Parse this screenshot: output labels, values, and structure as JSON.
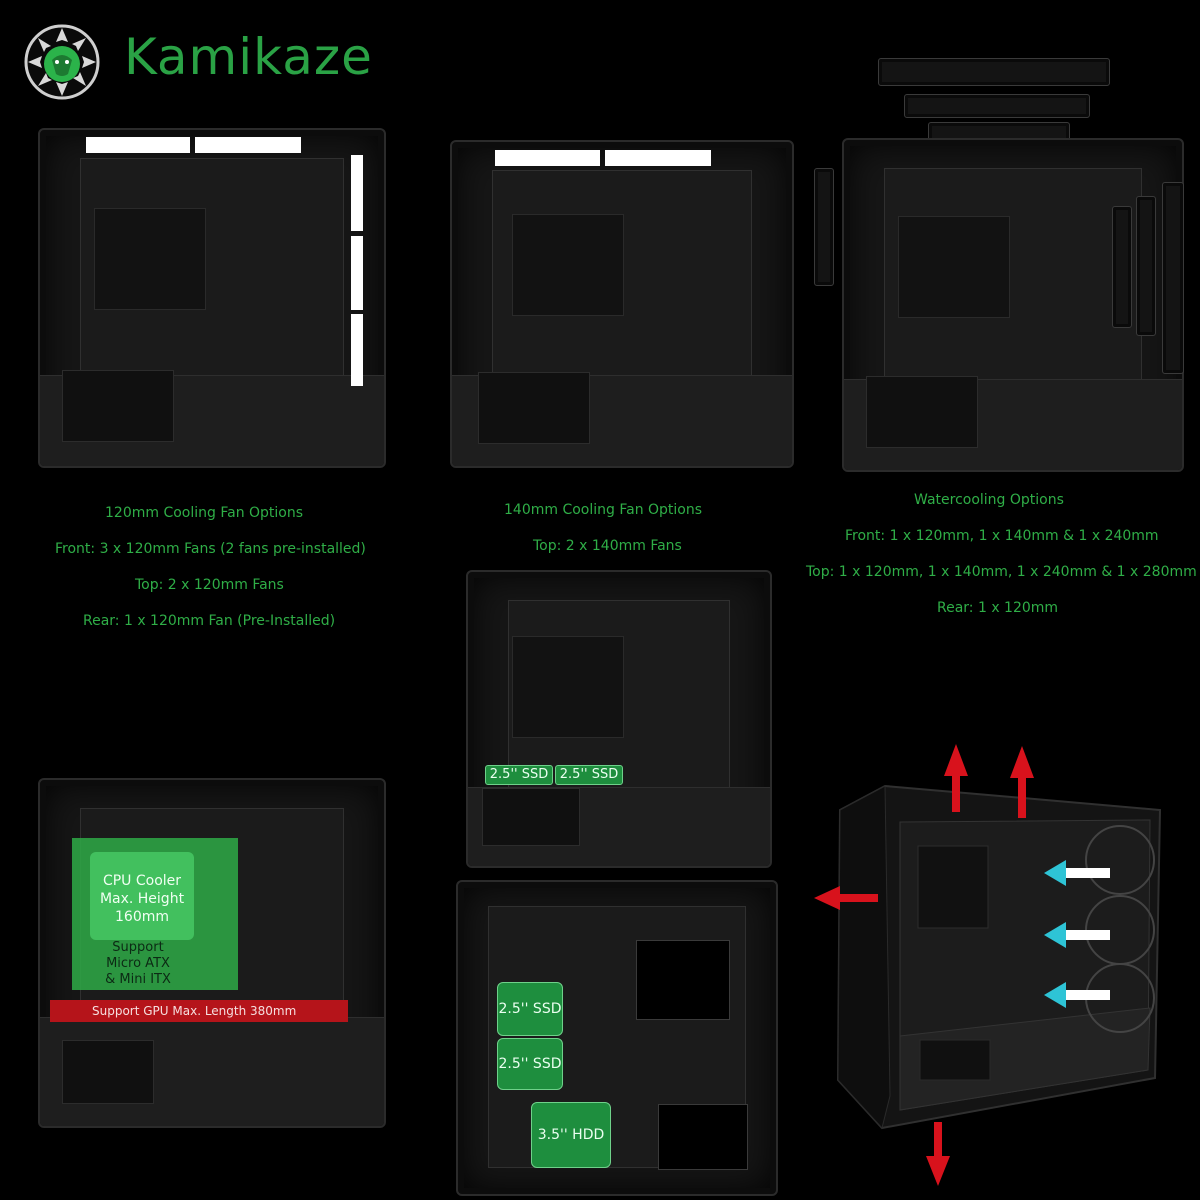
{
  "brand": {
    "name": "Kamikaze",
    "icon": "lion-head-fan-icon",
    "color": "#2aa245"
  },
  "captions": {
    "fan120": {
      "title": "120mm Cooling Fan Options",
      "line1": "Front: 3 x 120mm Fans (2 fans pre-installed)",
      "line2": "Top: 2 x 120mm Fans",
      "line3": "Rear: 1 x 120mm Fan (Pre-Installed)"
    },
    "fan140": {
      "title": "140mm Cooling Fan Options",
      "line1": "Top: 2 x 140mm Fans"
    },
    "water": {
      "title": "Watercooling Options",
      "line1": "Front: 1 x 120mm, 1 x 140mm & 1 x 240mm",
      "line2": "Top: 1 x 120mm, 1 x 140mm, 1 x 240mm & 1 x 280mm",
      "line3": "Rear: 1 x 120mm"
    }
  },
  "ssd_tags": {
    "left": "2.5'' SSD",
    "right": "2.5'' SSD"
  },
  "back_tags": {
    "ssd1": "2.5'' SSD",
    "ssd2": "2.5'' SSD",
    "hdd": "3.5'' HDD"
  },
  "cpu_panel": {
    "cooler_l1": "CPU Cooler",
    "cooler_l2": "Max. Height",
    "cooler_l3": "160mm",
    "mb_l1": "Support",
    "mb_l2": "Micro ATX",
    "mb_l3": "& Mini ITX",
    "gpu": "Support GPU Max. Length 380mm"
  },
  "colors": {
    "caption": "#2fae47",
    "tag_bg": "#1e8e3e",
    "gpu_band": "#b5141a",
    "intake_arrow": "#2ec4d6",
    "exhaust_arrow": "#d8121c"
  }
}
